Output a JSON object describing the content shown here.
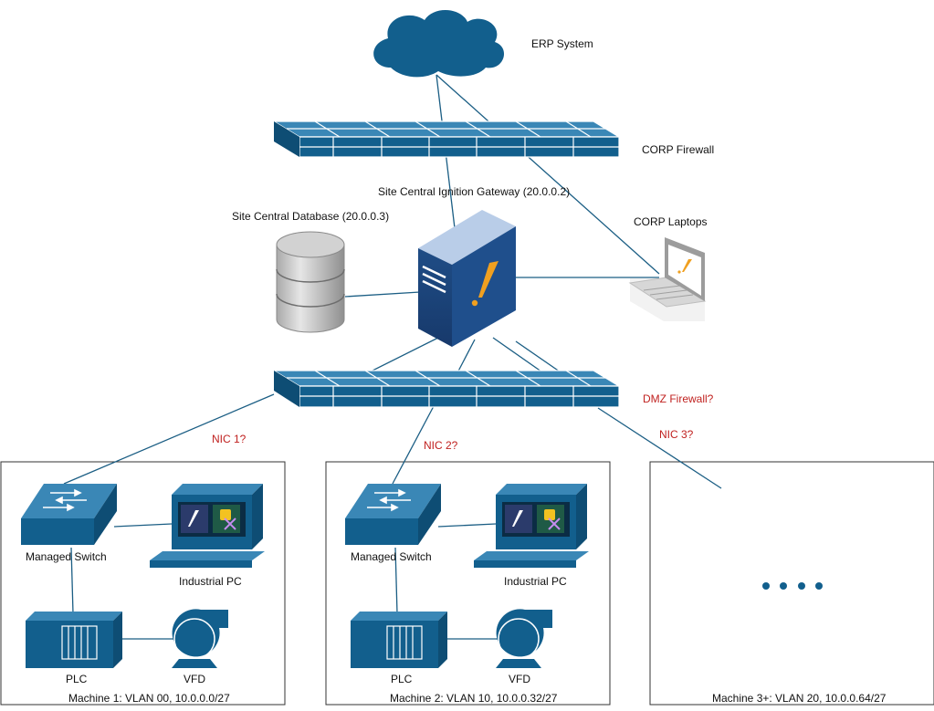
{
  "labels": {
    "erp": "ERP System",
    "corp_firewall": "CORP Firewall",
    "gateway": "Site Central Ignition Gateway (20.0.0.2)",
    "database": "Site Central Database (20.0.0.3)",
    "laptops": "CORP Laptops",
    "dmz_firewall": "DMZ Firewall?",
    "nic1": "NIC 1?",
    "nic2": "NIC 2?",
    "nic3": "NIC 3?"
  },
  "machines": [
    {
      "caption": "Machine 1: VLAN 00, 10.0.0.0/27",
      "switch_label": "Managed Switch",
      "pc_label": "Industrial PC",
      "plc_label": "PLC",
      "vfd_label": "VFD"
    },
    {
      "caption": "Machine 2: VLAN 10, 10.0.0.32/27",
      "switch_label": "Managed Switch",
      "pc_label": "Industrial PC",
      "plc_label": "PLC",
      "vfd_label": "VFD"
    },
    {
      "caption": "Machine 3+: VLAN 20, 10.0.0.64/27",
      "ellipsis": "• • • •"
    }
  ],
  "colors": {
    "primary": "#125f8d",
    "primary_light": "#3a87b6",
    "question": "#c0211f",
    "accent_orange": "#f0a020"
  }
}
